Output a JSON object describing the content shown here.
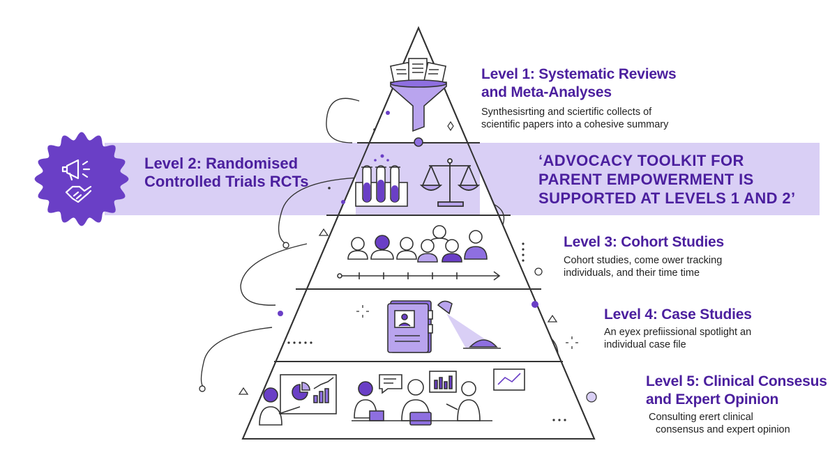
{
  "levels": [
    {
      "title_line1": "Level 1: Systematic Reviews",
      "title_line2": "and Meta-Analyses",
      "desc_line1": "Synthesisrting and sciertific collects of",
      "desc_line2": "scientific papers into a cohesive summary"
    },
    {
      "title_line1": "Level 2: Randomised",
      "title_line2": "Controlled Trials RCTs"
    },
    {
      "title_line1": "Level 3: Cohort Studies",
      "desc_line1": "Cohort studies, come ower tracking",
      "desc_line2": "individuals, and their time time"
    },
    {
      "title_line1": "Level 4: Case Studies",
      "desc_line1": "An eyex prefiissional spotlight an",
      "desc_line2": "individual case file"
    },
    {
      "title_line1": "Level 5: Clinical Consesus",
      "title_line2": "and Expert Opinion",
      "desc_line1": "Consulting erert clinical",
      "desc_line2": "consensus and expert opinion"
    }
  ],
  "callout": {
    "line1": "‘ADVOCACY TOOLKIT FOR",
    "line2": "PARENT EMPOWERMENT IS",
    "line3": "SUPPORTED AT LEVELS 1 AND 2’"
  },
  "colors": {
    "accent": "#6a3fc6",
    "band": "#d9cff5",
    "line": "#333333",
    "title": "#4b1f9e"
  },
  "icons": [
    "documents-funnel-icon",
    "test-tubes-icon",
    "scales-icon",
    "megaphone-handshake-badge-icon",
    "group-people-icon",
    "timeline-arrow-icon",
    "case-file-icon",
    "spotlight-icon",
    "presenter-icon",
    "experts-meeting-icon",
    "line-chart-icon"
  ]
}
